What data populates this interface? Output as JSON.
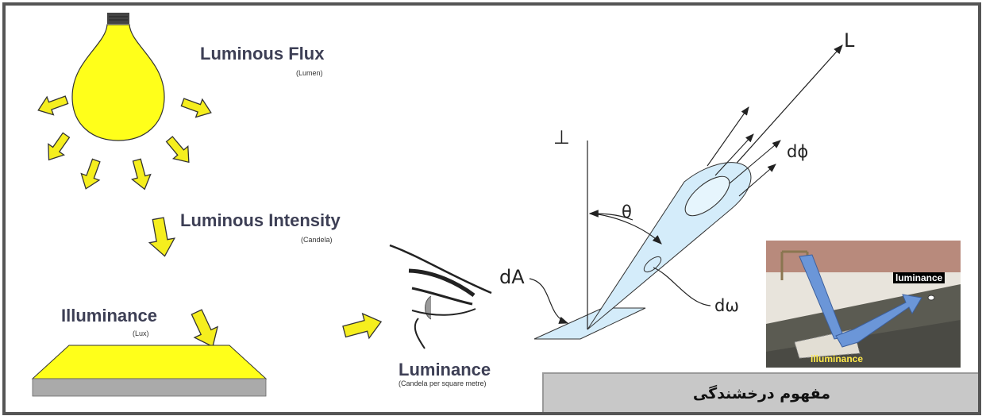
{
  "diagram": {
    "luminous_flux": {
      "title": "Luminous Flux",
      "unit": "(Lumen)"
    },
    "luminous_intensity": {
      "title": "Luminous Intensity",
      "unit": "(Candela)"
    },
    "illuminance": {
      "title": "Illuminance",
      "unit": "(Lux)"
    },
    "luminance": {
      "title": "Luminance",
      "unit": "(Candela per square metre)"
    },
    "geometry": {
      "normal_symbol": "⊥",
      "direction_label": "L",
      "flux_label": "dϕ",
      "angle_label": "θ",
      "area_label": "dA",
      "solid_angle_label": "dω"
    },
    "photo": {
      "luminance_tag": "luminance",
      "illuminance_tag": "illuminance"
    },
    "caption": "مفهوم درخشندگی"
  },
  "colors": {
    "bulb_yellow": "#ffff1a",
    "arrow_yellow": "#f5ee1e",
    "frame_border": "#555555",
    "caption_bg": "#c8c8c8",
    "photo_arrow_blue": "#6b96d8"
  }
}
